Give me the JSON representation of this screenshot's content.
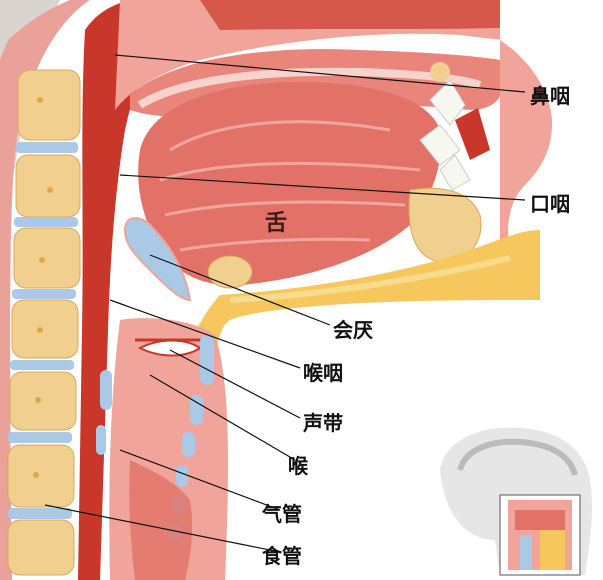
{
  "tongue_label": "舌",
  "labels": [
    {
      "id": "nasopharynx",
      "text": "鼻咽"
    },
    {
      "id": "oropharynx",
      "text": "口咽"
    },
    {
      "id": "epiglottis",
      "text": "会厌"
    },
    {
      "id": "laryngopharynx",
      "text": "喉咽"
    },
    {
      "id": "vocal-cords",
      "text": "声带"
    },
    {
      "id": "larynx",
      "text": "喉"
    },
    {
      "id": "trachea",
      "text": "气管"
    },
    {
      "id": "esophagus",
      "text": "食管"
    }
  ],
  "colors": {
    "tissue_red": "#c9372a",
    "tissue_pink": "#f0a49a",
    "bone": "#f1cf8f",
    "fat": "#f6c75c",
    "cartilage_blue": "#a9c9e6",
    "line": "#111111"
  }
}
